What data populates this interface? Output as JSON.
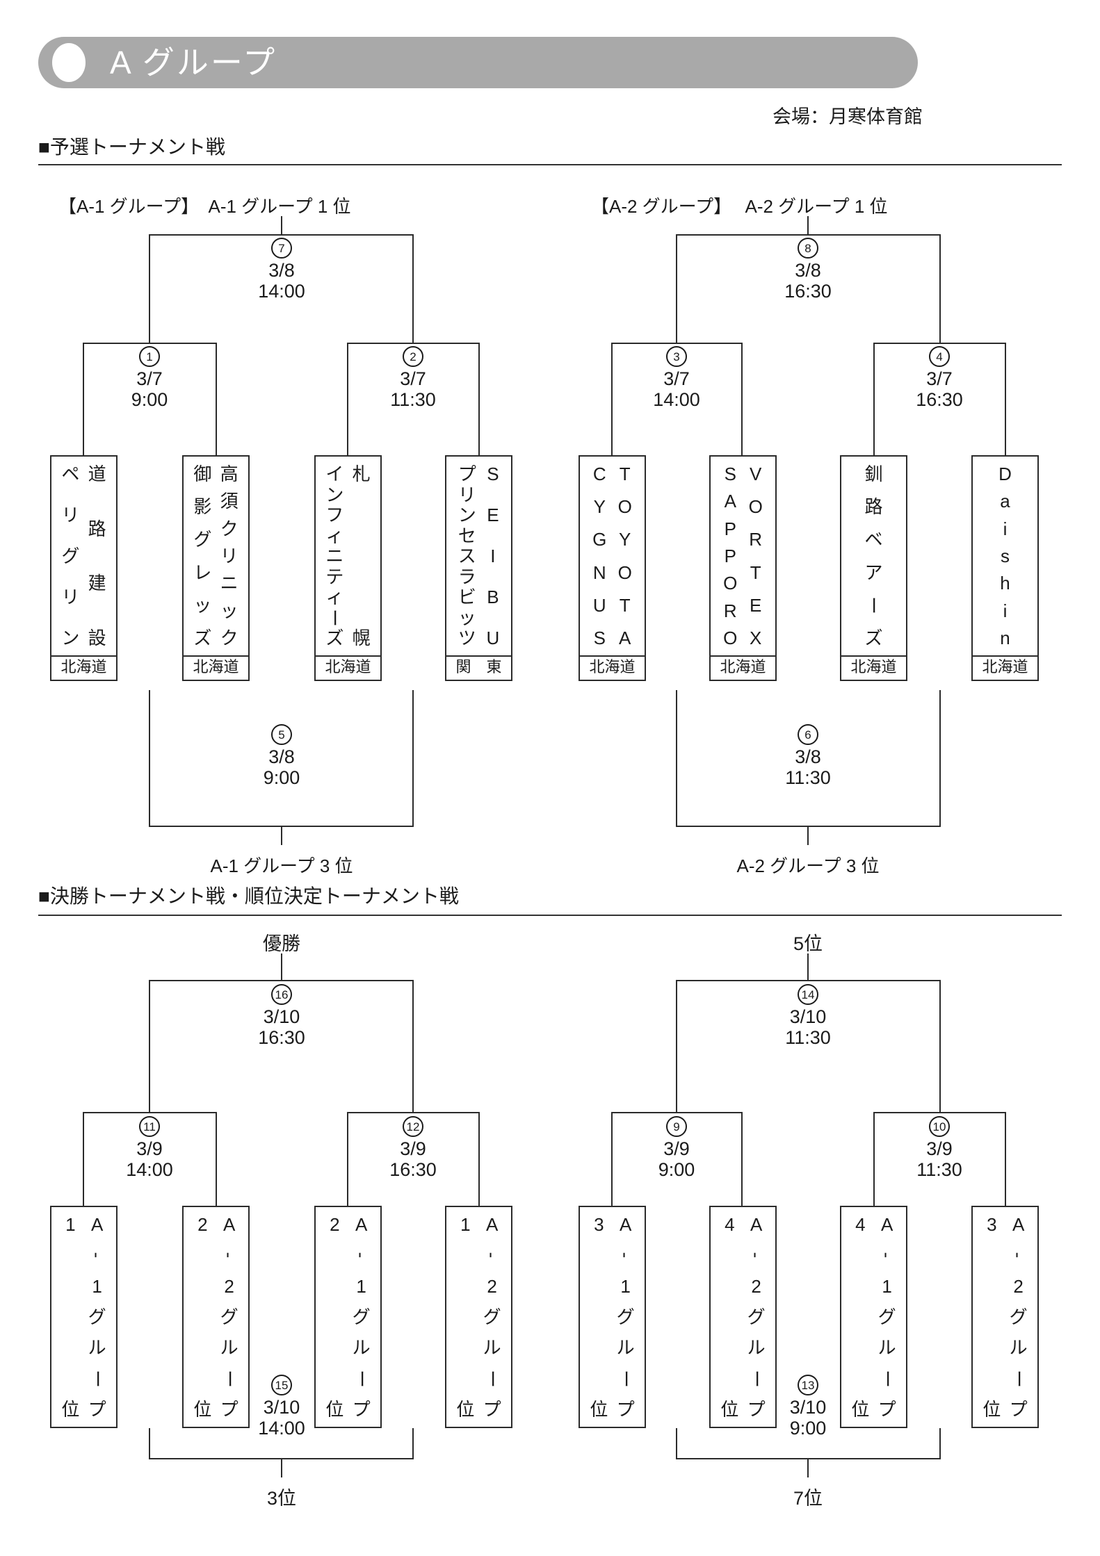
{
  "banner": {
    "title": "A グループ",
    "bg_color": "#a9a9a9"
  },
  "venue": "会場：月寒体育館",
  "sections": {
    "prelim_heading": "■予選トーナメント戦",
    "final_heading": "■決勝トーナメント戦・順位決定トーナメント戦"
  },
  "prelim": {
    "group1": {
      "label": "【A-1 グループ】",
      "first_label": "A-1 グループ 1 位",
      "third_label": "A-1 グループ 3 位"
    },
    "group2": {
      "label": "【A-2 グループ】",
      "first_label": "A-2 グループ 1 位",
      "third_label": "A-2 グループ 3 位"
    },
    "teams": [
      {
        "name": "道路建設ペリグリン",
        "cols": [
          "道路建設",
          "ペリグリン"
        ],
        "region": "北海道"
      },
      {
        "name": "高須クリニック御影グレッズ",
        "cols": [
          "高須クリニック",
          "御影グレッズ"
        ],
        "region": "北海道"
      },
      {
        "name": "札幌インフィニティーズ",
        "cols": [
          "札幌",
          "インフィニティーズ"
        ],
        "region": "北海道"
      },
      {
        "name": "SEIBUプリンセスラビッツ",
        "cols": [
          "SEIBU",
          "プリンセスラビッツ"
        ],
        "region": "関　東"
      },
      {
        "name": "TOYOTA CYGNUS",
        "cols": [
          "TOYOTA",
          "CYGNUS"
        ],
        "region": "北海道"
      },
      {
        "name": "SAPPORO VORTEX",
        "cols": [
          "VORTEX",
          "SAPPORO"
        ],
        "region": "北海道"
      },
      {
        "name": "釧路ベアーズ",
        "cols": [
          "釧路ベアーズ"
        ],
        "region": "北海道"
      },
      {
        "name": "Daishin",
        "cols": [
          "Daishin"
        ],
        "region": "北海道"
      }
    ]
  },
  "finals": {
    "champion_label": "優勝",
    "fifth_label": "5位",
    "third_label": "3位",
    "seventh_label": "7位",
    "slots": [
      {
        "name": "A-1グループ1位",
        "cols": [
          "A-1グループ",
          "1位"
        ]
      },
      {
        "name": "A-2グループ2位",
        "cols": [
          "A-2グループ",
          "2位"
        ]
      },
      {
        "name": "A-1グループ2位",
        "cols": [
          "A-1グループ",
          "2位"
        ]
      },
      {
        "name": "A-2グループ1位",
        "cols": [
          "A-2グループ",
          "1位"
        ]
      },
      {
        "name": "A-1グループ3位",
        "cols": [
          "A-1グループ",
          "3位"
        ]
      },
      {
        "name": "A-2グループ4位",
        "cols": [
          "A-2グループ",
          "4位"
        ]
      },
      {
        "name": "A-1グループ4位",
        "cols": [
          "A-1グループ",
          "4位"
        ]
      },
      {
        "name": "A-2グループ3位",
        "cols": [
          "A-2グループ",
          "3位"
        ]
      }
    ]
  },
  "matches": {
    "m1": {
      "no": "1",
      "date": "3/7",
      "time": "9:00"
    },
    "m2": {
      "no": "2",
      "date": "3/7",
      "time": "11:30"
    },
    "m3": {
      "no": "3",
      "date": "3/7",
      "time": "14:00"
    },
    "m4": {
      "no": "4",
      "date": "3/7",
      "time": "16:30"
    },
    "m5": {
      "no": "5",
      "date": "3/8",
      "time": "9:00"
    },
    "m6": {
      "no": "6",
      "date": "3/8",
      "time": "11:30"
    },
    "m7": {
      "no": "7",
      "date": "3/8",
      "time": "14:00"
    },
    "m8": {
      "no": "8",
      "date": "3/8",
      "time": "16:30"
    },
    "m9": {
      "no": "9",
      "date": "3/9",
      "time": "9:00"
    },
    "m10": {
      "no": "10",
      "date": "3/9",
      "time": "11:30"
    },
    "m11": {
      "no": "11",
      "date": "3/9",
      "time": "14:00"
    },
    "m12": {
      "no": "12",
      "date": "3/9",
      "time": "16:30"
    },
    "m13": {
      "no": "13",
      "date": "3/10",
      "time": "9:00"
    },
    "m14": {
      "no": "14",
      "date": "3/10",
      "time": "11:30"
    },
    "m15": {
      "no": "15",
      "date": "3/10",
      "time": "14:00"
    },
    "m16": {
      "no": "16",
      "date": "3/10",
      "time": "16:30"
    }
  }
}
